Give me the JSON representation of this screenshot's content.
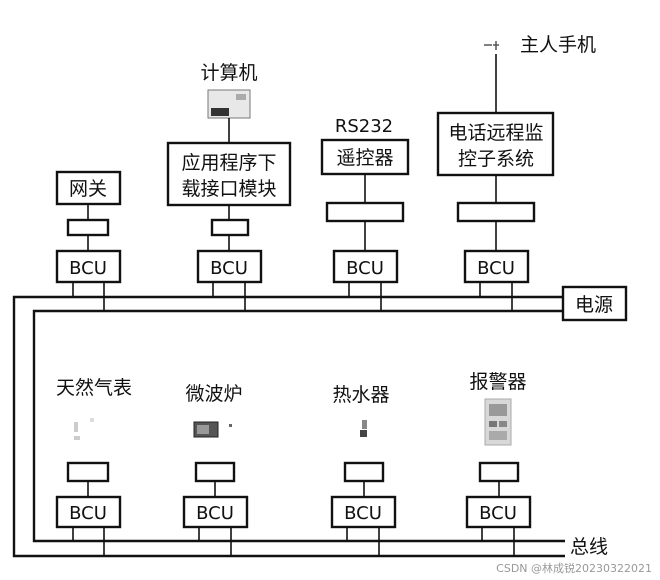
{
  "top_row": [
    {
      "module": "网关",
      "bcu": "BCU"
    },
    {
      "device": "计算机",
      "module_lines": [
        "应用程序下",
        "载接口模块"
      ],
      "bcu": "BCU"
    },
    {
      "device": "RS232",
      "module": "遥控器",
      "bcu": "BCU"
    },
    {
      "device": "主人手机",
      "module_lines": [
        "电话远程监",
        "控子系统"
      ],
      "bcu": "BCU"
    }
  ],
  "bottom_row": [
    {
      "device": "天然气表",
      "bcu": "BCU"
    },
    {
      "device": "微波炉",
      "bcu": "BCU"
    },
    {
      "device": "热水器",
      "bcu": "BCU"
    },
    {
      "device": "报警器",
      "bcu": "BCU"
    }
  ],
  "power": "电源",
  "bus": "总线",
  "watermark": "CSDN @林成锐20230322021"
}
